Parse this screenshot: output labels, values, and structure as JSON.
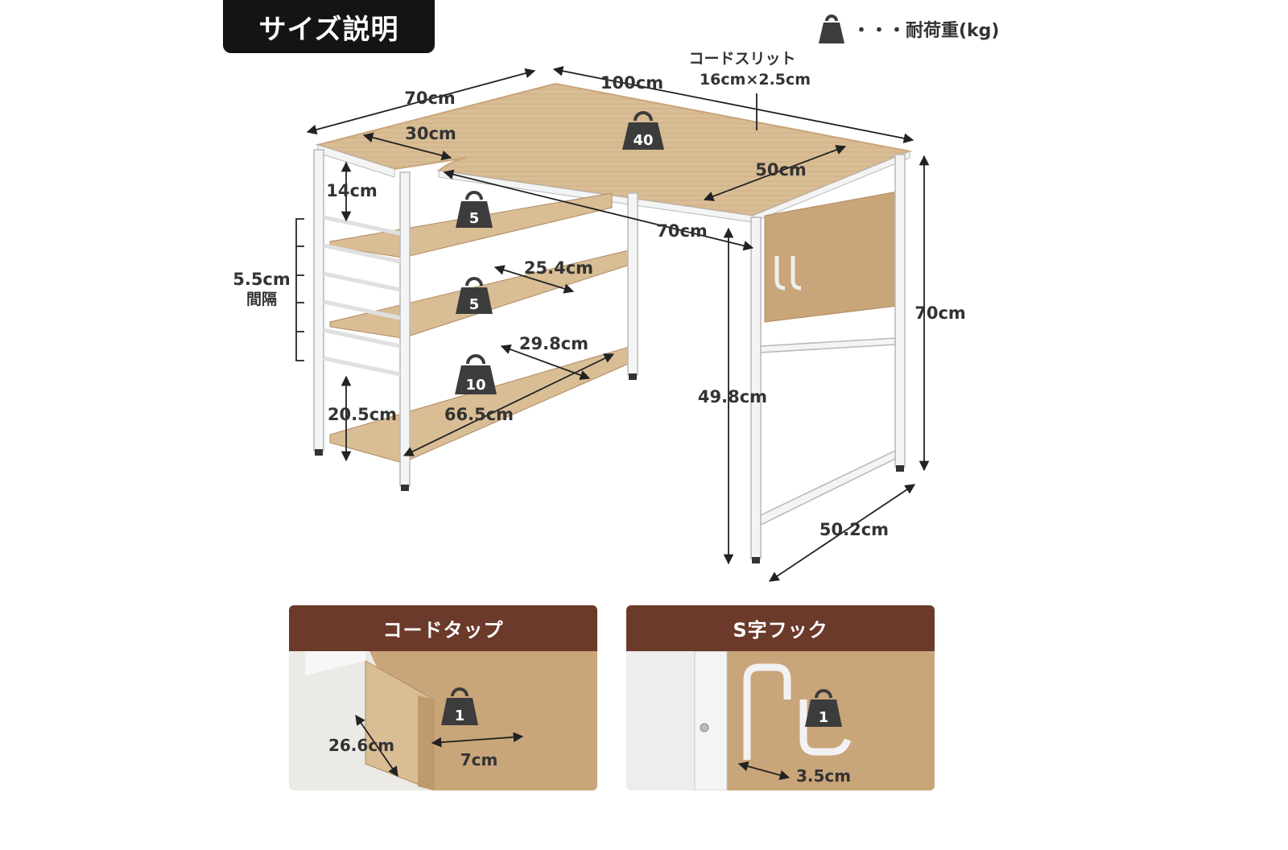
{
  "title": "サイズ説明",
  "legend": {
    "icon": "weight-icon",
    "label": "・・・耐荷重(kg)"
  },
  "dims": {
    "top_left_depth": "70cm",
    "top_width": "100cm",
    "cord_slit_label": "コードスリット",
    "cord_slit_size": "16cm×2.5cm",
    "inner_depth": "30cm",
    "desk_depth": "50cm",
    "inner_width": "70cm",
    "top_gap": "14cm",
    "interval_value": "5.5cm",
    "interval_label": "間隔",
    "shelf_depth_mid": "25.4cm",
    "shelf_depth_low": "29.8cm",
    "bottom_clearance": "20.5cm",
    "shelf_width": "66.5cm",
    "under_height": "49.8cm",
    "total_height": "70cm",
    "leg_depth": "50.2cm"
  },
  "loads": {
    "desktop": "40",
    "shelf_top": "5",
    "shelf_mid": "5",
    "shelf_bottom": "10"
  },
  "panels": {
    "cord_tap": {
      "title": "コードタップ",
      "load": "1",
      "dim_height": "26.6cm",
      "dim_width": "7cm"
    },
    "s_hook": {
      "title": "S字フック",
      "load": "1",
      "dim_width": "3.5cm"
    }
  },
  "colors": {
    "wood": "#d9bd95",
    "wood_dark": "#c9a57a",
    "frame": "#f4f4f4",
    "frame_edge": "#b8b8b8",
    "panel_header": "#6b3a2a",
    "badge": "#141414",
    "weight": "#3c3c3c"
  }
}
